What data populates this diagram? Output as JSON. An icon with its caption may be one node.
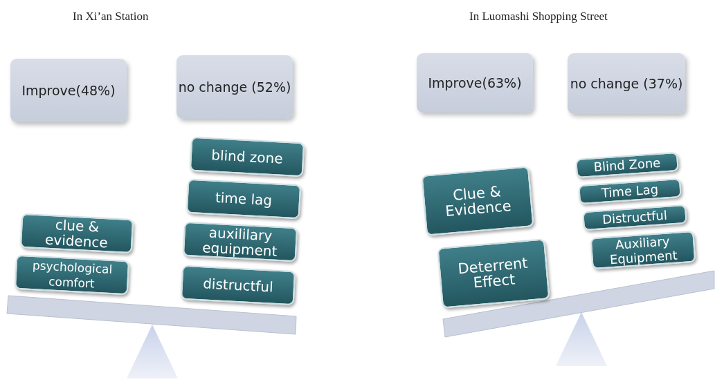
{
  "diagram": {
    "nodes": [
      {
        "text": [
          "Improve(48%)"
        ]
      },
      {
        "text": [
          "no change (52%)"
        ]
      },
      {
        "text": [
          "clue & evidence"
        ]
      },
      {
        "text": [
          "psychological comfort"
        ]
      },
      {
        "text": [
          "blind zone"
        ]
      },
      {
        "text": [
          "time lag"
        ]
      },
      {
        "text": [
          "auxililary equipment"
        ]
      },
      {
        "text": [
          "distructful"
        ]
      },
      {
        "text": [
          "Improve(63%)"
        ]
      },
      {
        "text": [
          "no change (37%)"
        ]
      },
      {
        "text": [
          "Clue & Evidence"
        ]
      },
      {
        "text": [
          "Deterrent Effect"
        ]
      },
      {
        "text": [
          "Blind Zone"
        ]
      },
      {
        "text": [
          "Time Lag"
        ]
      },
      {
        "text": [
          "Distructful"
        ]
      },
      {
        "text": [
          "Auxiliary Equipment"
        ]
      }
    ],
    "labels": [
      "In Xi’an Station",
      "In Luomashi Shopping Street"
    ]
  }
}
